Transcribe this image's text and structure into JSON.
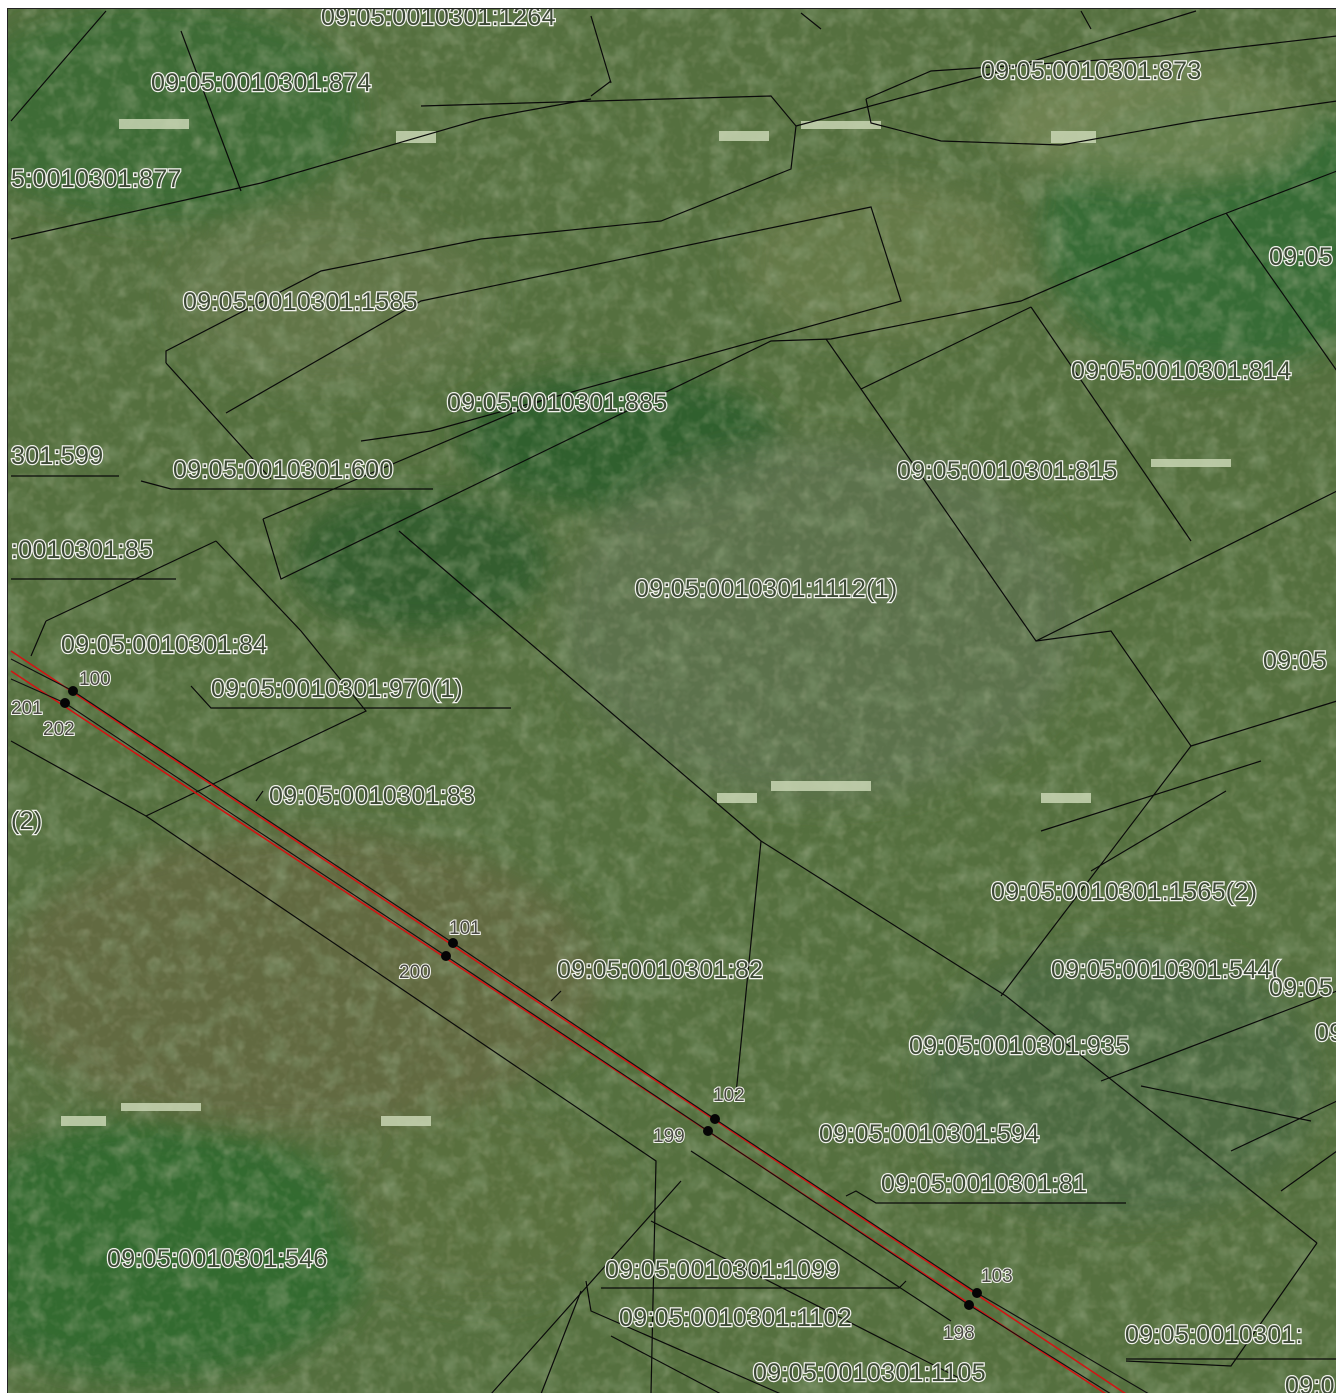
{
  "map": {
    "colors": {
      "terrain_base": "#4f6a3c",
      "terrain_dark": "#2f5a2a",
      "terrain_light": "#7d8c5e",
      "boundary_line": "#0a0a0a",
      "route_line": "#d21414",
      "label_fill": "#3d4a36",
      "label_halo": "#f2f2ee"
    },
    "parcel_labels": [
      "09:05:0010301:1264",
      "09:05:0010301:874",
      "09:05:0010301:873",
      "5:0010301:877",
      "09:05",
      "09:05:0010301:1585",
      "09:05:0010301:814",
      "09:05:0010301:885",
      "301:599",
      "09:05:0010301:600",
      "09:05:0010301:815",
      ":0010301:85",
      "09:05:0010301:1112(1)",
      "09:05:0010301:84",
      "09:05",
      "09:05:0010301:970(1)",
      "09:05:0010301:83",
      "(2)",
      "09:05:0010301:1565(2)",
      "09:05:0010301:82",
      "09:05:0010301:544(",
      "09:05",
      "09:05:0010301:935",
      "09",
      "09:05:0010301:594",
      "09:05:0010301:81",
      "09:05:0010301:546",
      "09:05:0010301:1099",
      "09:05:0010301:1102",
      "09:05:0010301:",
      "09:05:0010301:1105",
      "09:0"
    ],
    "point_labels": [
      "100",
      "201",
      "202",
      "101",
      "200",
      "102",
      "199",
      "103",
      "198"
    ]
  }
}
